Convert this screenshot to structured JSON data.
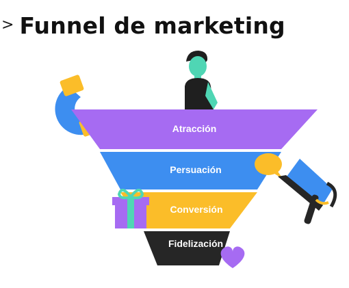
{
  "header": {
    "chevron_glyph": ">",
    "title": "Funnel de marketing"
  },
  "funnel": {
    "stages": [
      {
        "label": "Atracción",
        "color": "#a66bf2"
      },
      {
        "label": "Persuación",
        "color": "#3d8ef0"
      },
      {
        "label": "Conversión",
        "color": "#fbbd29"
      },
      {
        "label": "Fidelización",
        "color": "#262626"
      }
    ]
  },
  "illustrations": {
    "magnet": {
      "icon": "magnet-icon",
      "body_color": "#3d8ef0",
      "tip_color": "#fbbd29"
    },
    "megaphone": {
      "icon": "megaphone-icon",
      "body_color": "#3d8ef0",
      "accent_color": "#fbbd29"
    },
    "gift": {
      "icon": "gift-icon",
      "box_color": "#a66bf2",
      "ribbon_color": "#4fd6b4"
    },
    "heart": {
      "icon": "heart-icon",
      "color": "#a66bf2"
    },
    "person": {
      "icon": "person-illustration",
      "skin_color": "#4fd6b4",
      "shirt_color": "#1f1f1f"
    }
  }
}
